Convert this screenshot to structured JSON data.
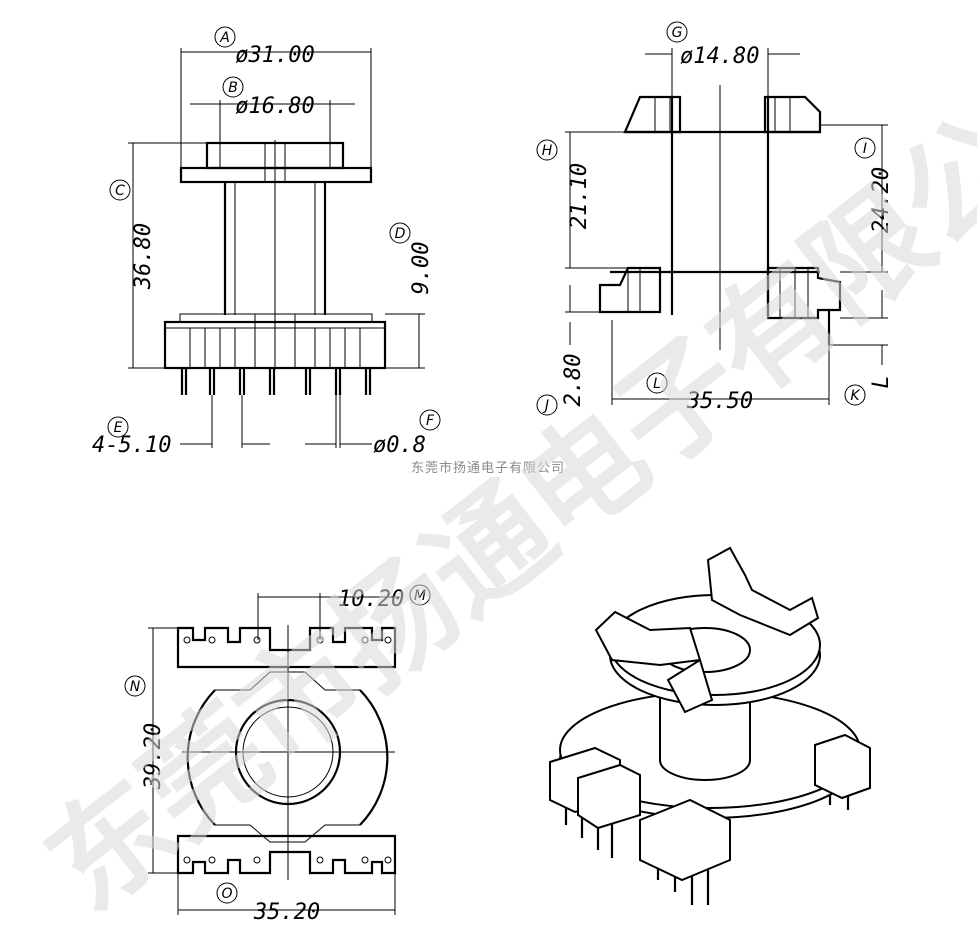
{
  "watermark": "东莞市扬通电子有限公司",
  "company_caption": "东莞市扬通电子有限公司",
  "front_view": {
    "A": {
      "letter": "A",
      "value": "ø31.00"
    },
    "B": {
      "letter": "B",
      "value": "ø16.80"
    },
    "C": {
      "letter": "C",
      "value": "36.80"
    },
    "D": {
      "letter": "D",
      "value": "9.00"
    },
    "E": {
      "letter": "E",
      "value": "4-5.10"
    },
    "F": {
      "letter": "F",
      "value": "ø0.8"
    }
  },
  "side_view": {
    "G": {
      "letter": "G",
      "value": "ø14.80"
    },
    "H": {
      "letter": "H",
      "value": "21.10"
    },
    "I": {
      "letter": "I",
      "value": "24.20"
    },
    "J": {
      "letter": "J",
      "value": "2.80"
    },
    "K": {
      "letter": "K",
      "value": ""
    },
    "L_circle": {
      "letter": "L",
      "value": "35.50"
    },
    "L_text": "L"
  },
  "top_view": {
    "M": {
      "letter": "M",
      "value": "10.20"
    },
    "N": {
      "letter": "N",
      "value": "39.20"
    },
    "O": {
      "letter": "O",
      "value": "35.20"
    }
  }
}
